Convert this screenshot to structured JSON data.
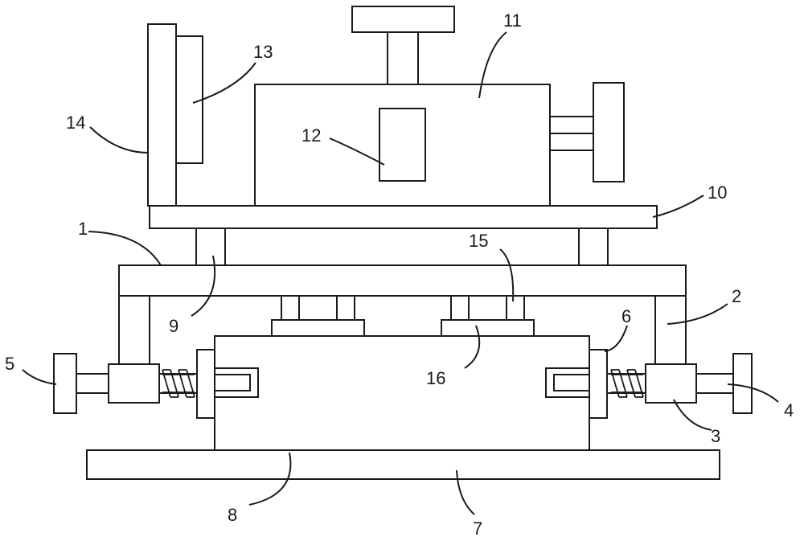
{
  "figure": {
    "labels": [
      {
        "key": "1",
        "text": "1"
      },
      {
        "key": "2",
        "text": "2"
      },
      {
        "key": "3",
        "text": "3"
      },
      {
        "key": "4",
        "text": "4"
      },
      {
        "key": "5",
        "text": "5"
      },
      {
        "key": "6",
        "text": "6"
      },
      {
        "key": "7",
        "text": "7"
      },
      {
        "key": "8",
        "text": "8"
      },
      {
        "key": "9",
        "text": "9"
      },
      {
        "key": "10",
        "text": "10"
      },
      {
        "key": "11",
        "text": "11"
      },
      {
        "key": "12",
        "text": "12"
      },
      {
        "key": "13",
        "text": "13"
      },
      {
        "key": "14",
        "text": "14"
      },
      {
        "key": "15",
        "text": "15"
      },
      {
        "key": "16",
        "text": "16"
      }
    ]
  }
}
